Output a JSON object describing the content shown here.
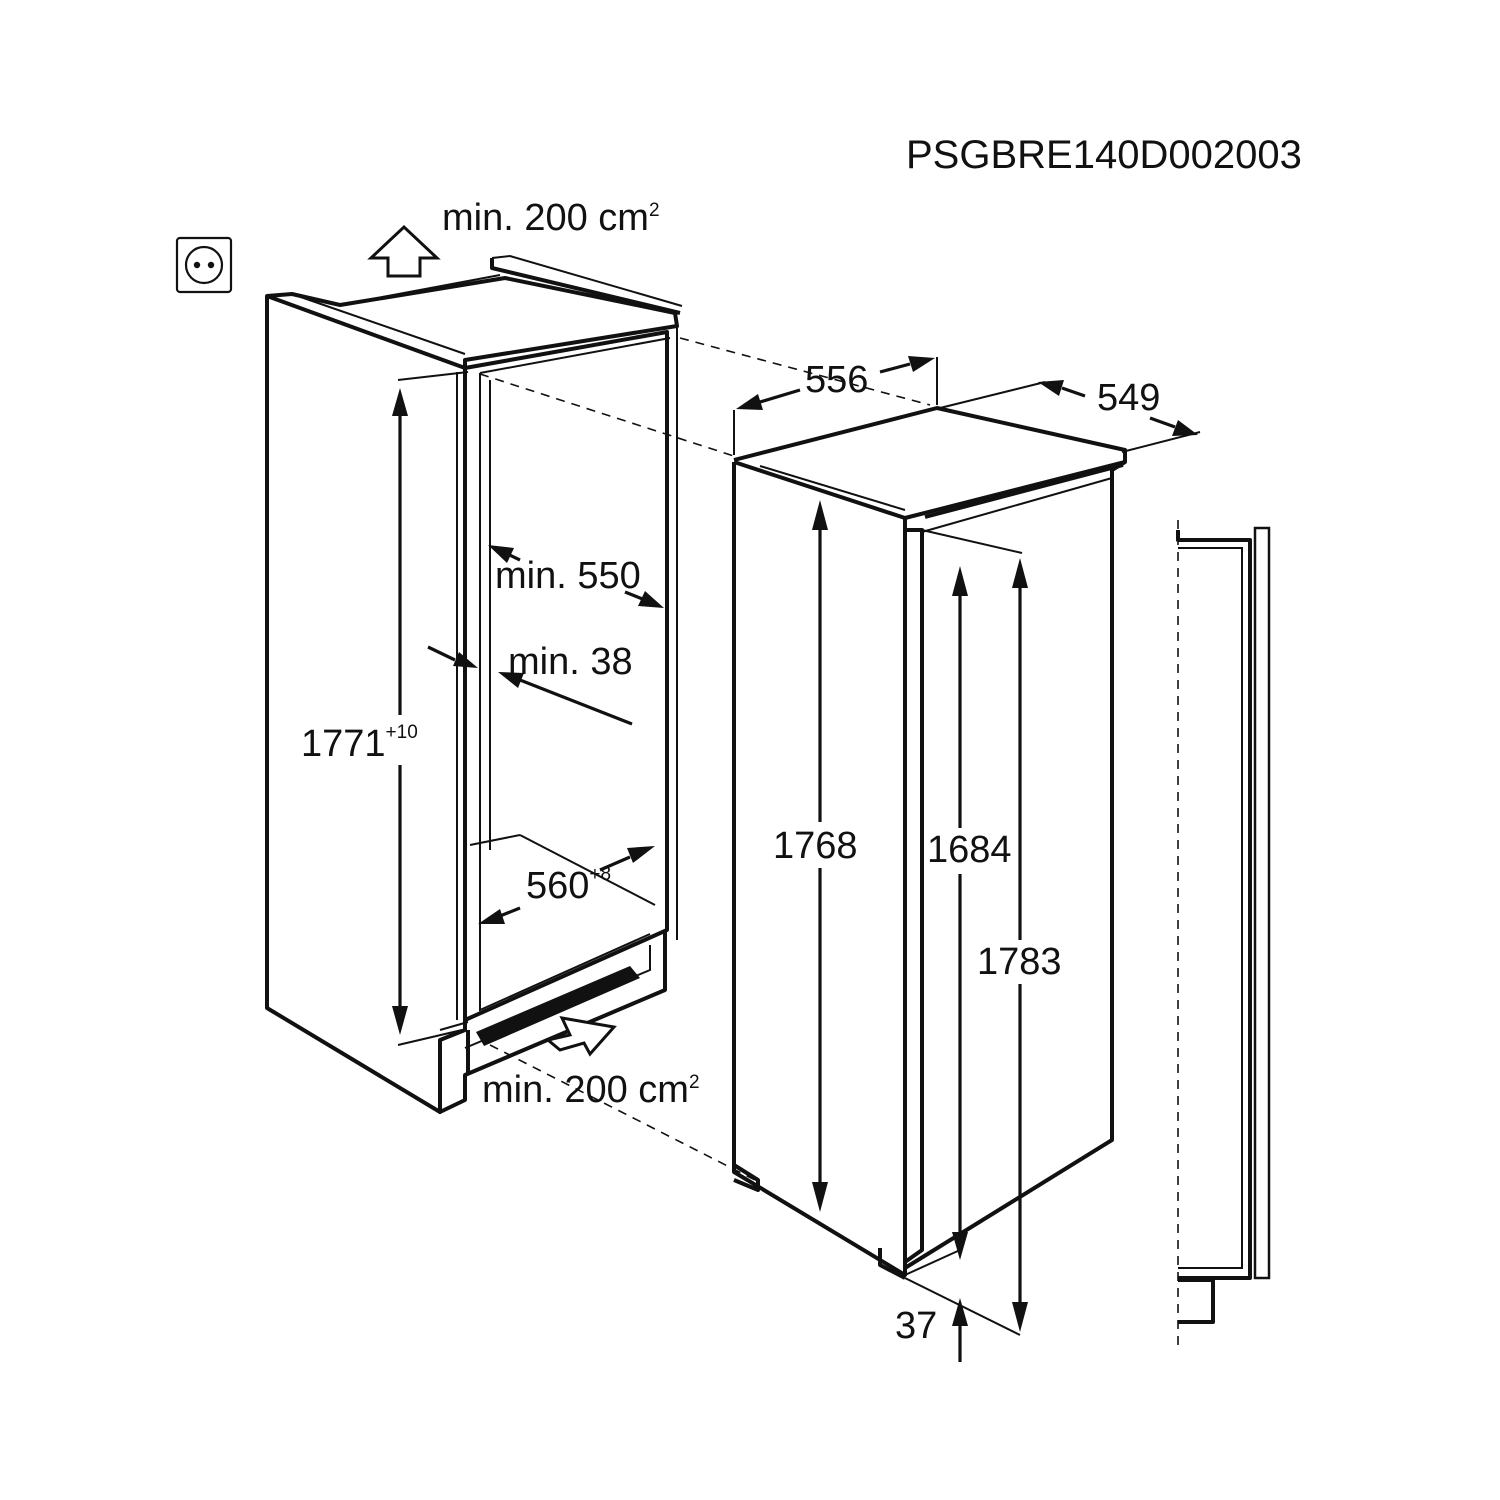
{
  "document_code": "PSGBRE140D002003",
  "ventilation": {
    "top": {
      "text": "min. 200 cm",
      "sup": "2"
    },
    "bottom": {
      "text": "min. 200 cm",
      "sup": "2"
    }
  },
  "niche": {
    "height": {
      "value": "1771",
      "tolerance": "+10"
    },
    "width": {
      "value": "560",
      "tolerance": "+8"
    },
    "depth_min": "min. 550",
    "wall_thickness_min": "min. 38"
  },
  "appliance": {
    "width": "556",
    "depth": "549",
    "body_height": "1768",
    "door_height": "1684",
    "total_height": "1783",
    "plinth_height": "37"
  },
  "icons": [
    "power-socket-icon",
    "air-inlet-arrow-icon",
    "air-outlet-arrow-icon"
  ]
}
